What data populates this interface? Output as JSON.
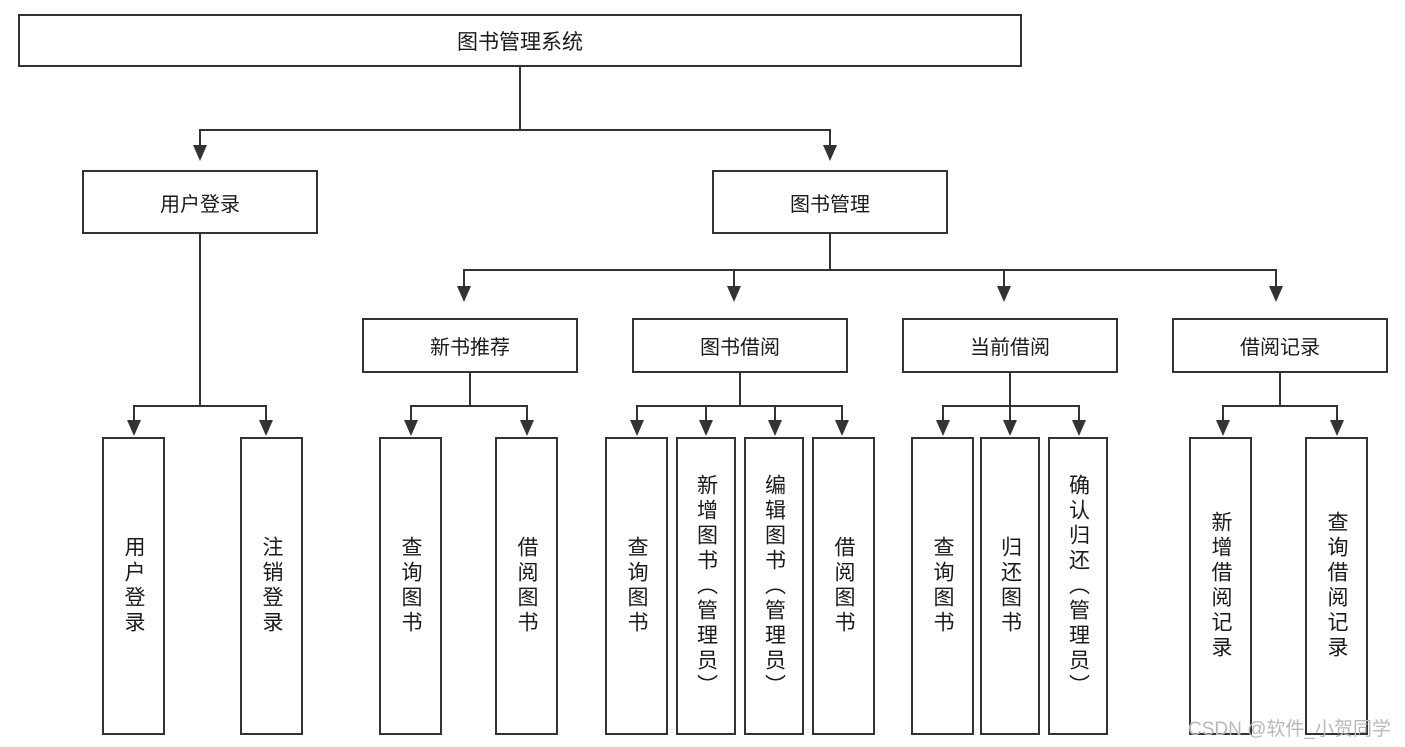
{
  "diagram": {
    "type": "tree",
    "title": "图书管理系统",
    "root": {
      "label": "图书管理系统"
    },
    "level2": [
      {
        "label": "用户登录"
      },
      {
        "label": "图书管理"
      }
    ],
    "level3": [
      {
        "label": "新书推荐"
      },
      {
        "label": "图书借阅"
      },
      {
        "label": "当前借阅"
      },
      {
        "label": "借阅记录"
      }
    ],
    "leaves": {
      "user_login": [
        {
          "label": "用户登录"
        },
        {
          "label": "注销登录"
        }
      ],
      "new_book_recommend": [
        {
          "label": "查询图书"
        },
        {
          "label": "借阅图书"
        }
      ],
      "book_borrow": [
        {
          "label": "查询图书"
        },
        {
          "label": "新增图书（管理员）"
        },
        {
          "label": "编辑图书（管理员）"
        },
        {
          "label": "借阅图书"
        }
      ],
      "current_borrow": [
        {
          "label": "查询图书"
        },
        {
          "label": "归还图书"
        },
        {
          "label": "确认归还（管理员）"
        }
      ],
      "borrow_records": [
        {
          "label": "新增借阅记录"
        },
        {
          "label": "查询借阅记录"
        }
      ]
    }
  },
  "watermark": {
    "text": "CSDN @软件_小贺同学"
  },
  "colors": {
    "stroke": "#333333",
    "background": "#ffffff",
    "text": "#1a1a1a",
    "watermark": "#b9b9b9"
  }
}
